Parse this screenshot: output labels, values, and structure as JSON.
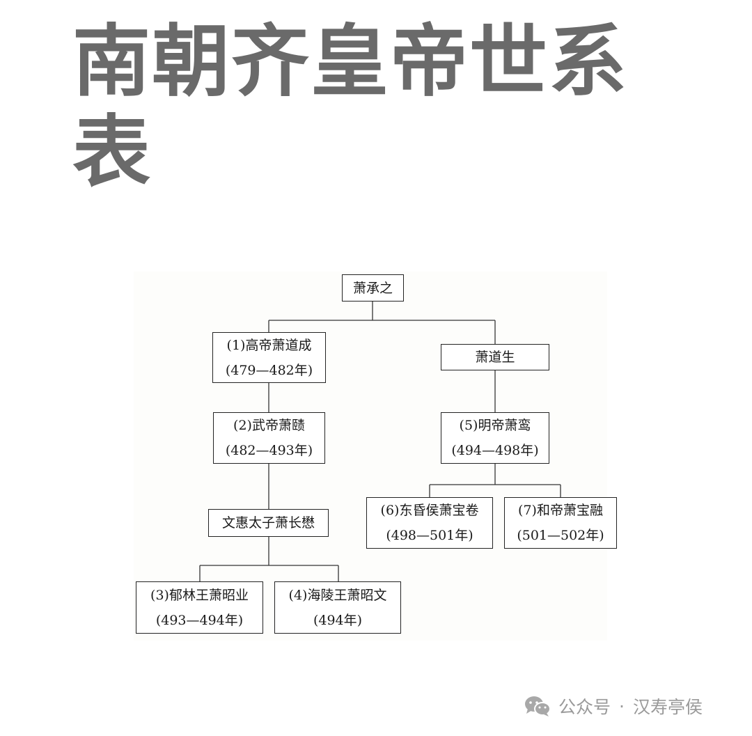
{
  "title": "南朝齐皇帝世系表",
  "tree": {
    "root": "萧承之",
    "daocheng_name": "(1)高帝萧道成",
    "daocheng_years": "(479—482年)",
    "daosheng": "萧道生",
    "ze_name": "(2)武帝萧赜",
    "ze_years": "(482—493年)",
    "luan_name": "(5)明帝萧鸾",
    "luan_years": "(494—498年)",
    "zhangmao": "文惠太子萧长懋",
    "baojuan_name": "(6)东昏侯萧宝卷",
    "baojuan_years": "(498—501年)",
    "baorong_name": "(7)和帝萧宝融",
    "baorong_years": "(501—502年)",
    "zhaoye_name": "(3)郁林王萧昭业",
    "zhaoye_years": "(493—494年)",
    "zhaowen_name": "(4)海陵王萧昭文",
    "zhaowen_years": "(494年)"
  },
  "watermark": {
    "source": "公众号",
    "separator": "·",
    "author": "汉寿亭侯"
  }
}
